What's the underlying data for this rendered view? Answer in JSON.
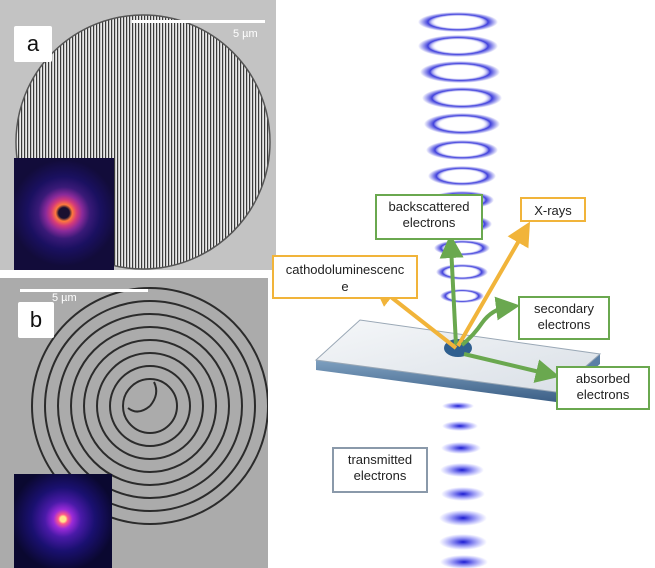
{
  "panel_a": {
    "label": "a",
    "scale_label": "5 µm"
  },
  "panel_b": {
    "label": "b",
    "scale_label": "5 µm"
  },
  "diagram": {
    "labels": {
      "backscattered": "backscattered\nelectrons",
      "xrays": "X-rays",
      "cathodoluminescence": "cathodoluminescenc\ne",
      "secondary": "secondary\nelectrons",
      "absorbed": "absorbed\nelectrons",
      "transmitted": "transmitted\nelectrons"
    },
    "colors": {
      "green_arrow": "#6aa84f",
      "orange_arrow": "#f1b43a",
      "beam": "#2a2ad8",
      "transmitted_box": "#8a99aa"
    }
  }
}
